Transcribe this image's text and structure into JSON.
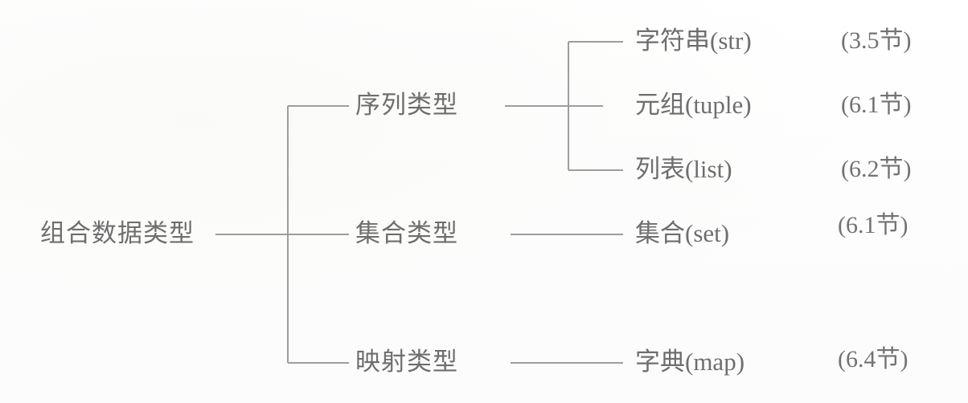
{
  "diagram": {
    "title": "组合数据类型",
    "type": "tree",
    "line_color": "#9d9d9d",
    "text_color": "#6e6e6e",
    "background_color": "#ffffff",
    "root": {
      "label": "组合数据类型"
    },
    "branches": [
      {
        "label": "序列类型",
        "children": [
          {
            "label": "字符串(str)",
            "section": "(3.5节)"
          },
          {
            "label": "元组(tuple)",
            "section": "(6.1节)"
          },
          {
            "label": "列表(list)",
            "section": "(6.2节)"
          }
        ]
      },
      {
        "label": "集合类型",
        "children": [
          {
            "label": "集合(set)",
            "section": "(6.1节)"
          }
        ]
      },
      {
        "label": "映射类型",
        "children": [
          {
            "label": "字典(map)",
            "section": "(6.4节)"
          }
        ]
      }
    ]
  }
}
